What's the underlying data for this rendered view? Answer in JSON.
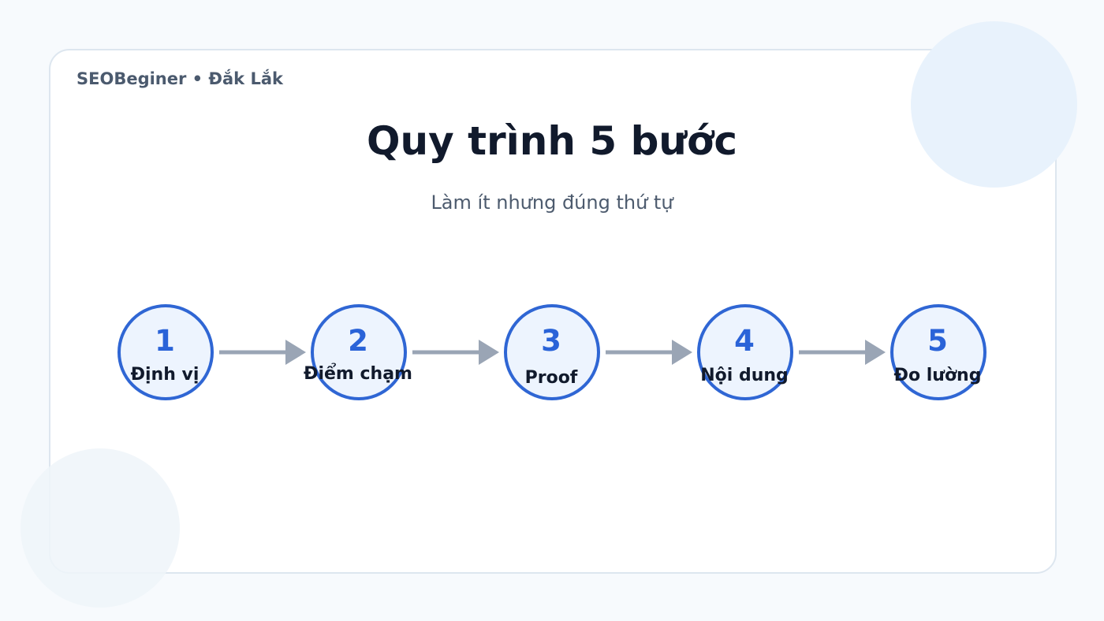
{
  "header": {
    "brand": "SEOBeginer • Đắk Lắk",
    "title": "Quy trình 5 bước",
    "subtitle": "Làm ít nhưng đúng thứ tự"
  },
  "steps": [
    {
      "number": "1",
      "label": "Định vị"
    },
    {
      "number": "2",
      "label": "Điểm chạm"
    },
    {
      "number": "3",
      "label": "Proof"
    },
    {
      "number": "4",
      "label": "Nội dung"
    },
    {
      "number": "5",
      "label": "Đo lường"
    }
  ],
  "colors": {
    "circle_fill": "#edf4fe",
    "circle_stroke": "#2f66d4",
    "number": "#2a63d8",
    "arrow": "#9aa5b5"
  }
}
